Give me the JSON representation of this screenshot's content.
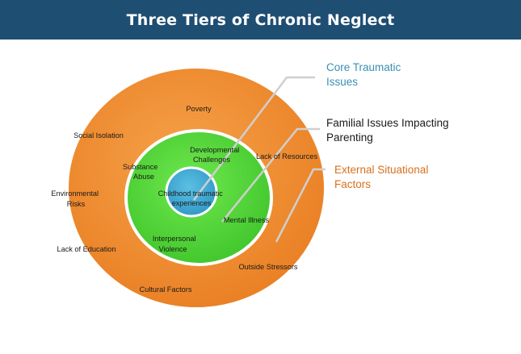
{
  "title": "Three Tiers of Chronic Neglect",
  "colors": {
    "header_bg": "#1f4e73",
    "outer_ring": "#ef8a2c",
    "middle_ring": "#4fd532",
    "inner_circle": "#39a7d1",
    "core_label": "#3a8fb1",
    "familial_label": "#1a1a1a",
    "external_label": "#d9701c"
  },
  "tiers": {
    "core": {
      "label_lines": [
        "Core Traumatic",
        "Issues"
      ],
      "items": [
        {
          "lines": [
            "Childhood traumatic",
            "experiences"
          ]
        }
      ]
    },
    "familial": {
      "label_lines": [
        "Familial Issues Impacting",
        "Parenting"
      ],
      "items": [
        {
          "lines": [
            "Developmental",
            "Challenges"
          ]
        },
        {
          "lines": [
            "Substance",
            "Abuse"
          ]
        },
        {
          "lines": [
            "Mental Illness"
          ]
        },
        {
          "lines": [
            "Interpersonal",
            "Violence"
          ]
        }
      ]
    },
    "external": {
      "label_lines": [
        "External Situational",
        "Factors"
      ],
      "items": [
        {
          "lines": [
            "Poverty"
          ]
        },
        {
          "lines": [
            "Social Isolation"
          ]
        },
        {
          "lines": [
            "Lack of Resources"
          ]
        },
        {
          "lines": [
            "Environmental",
            "Risks"
          ]
        },
        {
          "lines": [
            "Lack of Education"
          ]
        },
        {
          "lines": [
            "Outside Stressors"
          ]
        },
        {
          "lines": [
            "Cultural Factors"
          ]
        }
      ]
    }
  }
}
